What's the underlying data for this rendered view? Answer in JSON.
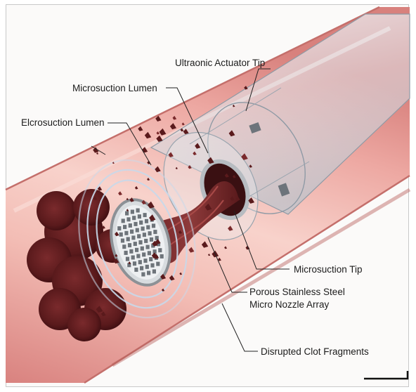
{
  "labels": {
    "ultrasonic_tip": "Ultraonic Actuator Tip",
    "microsuction_lumen": "Microsuction Lumen",
    "elcrosuction_lumen": "Elcrosuction Lumen",
    "microsuction_tip": "Microsuction Tip",
    "nozzle_line1": "Porous Stainless Steel",
    "nozzle_line2": "Micro Nozzle Array",
    "clot_fragments": "Disrupted Clot Fragments"
  },
  "colors": {
    "vessel_outer": "#e59a97",
    "vessel_inner": "#f4c2bb",
    "vessel_deep": "#c96f6c",
    "clot": "#5a1a1c",
    "clot_dark": "#3b0d10",
    "catheter": "#dfe6ec",
    "steel": "#c8ccd0",
    "leader": "#222222"
  }
}
